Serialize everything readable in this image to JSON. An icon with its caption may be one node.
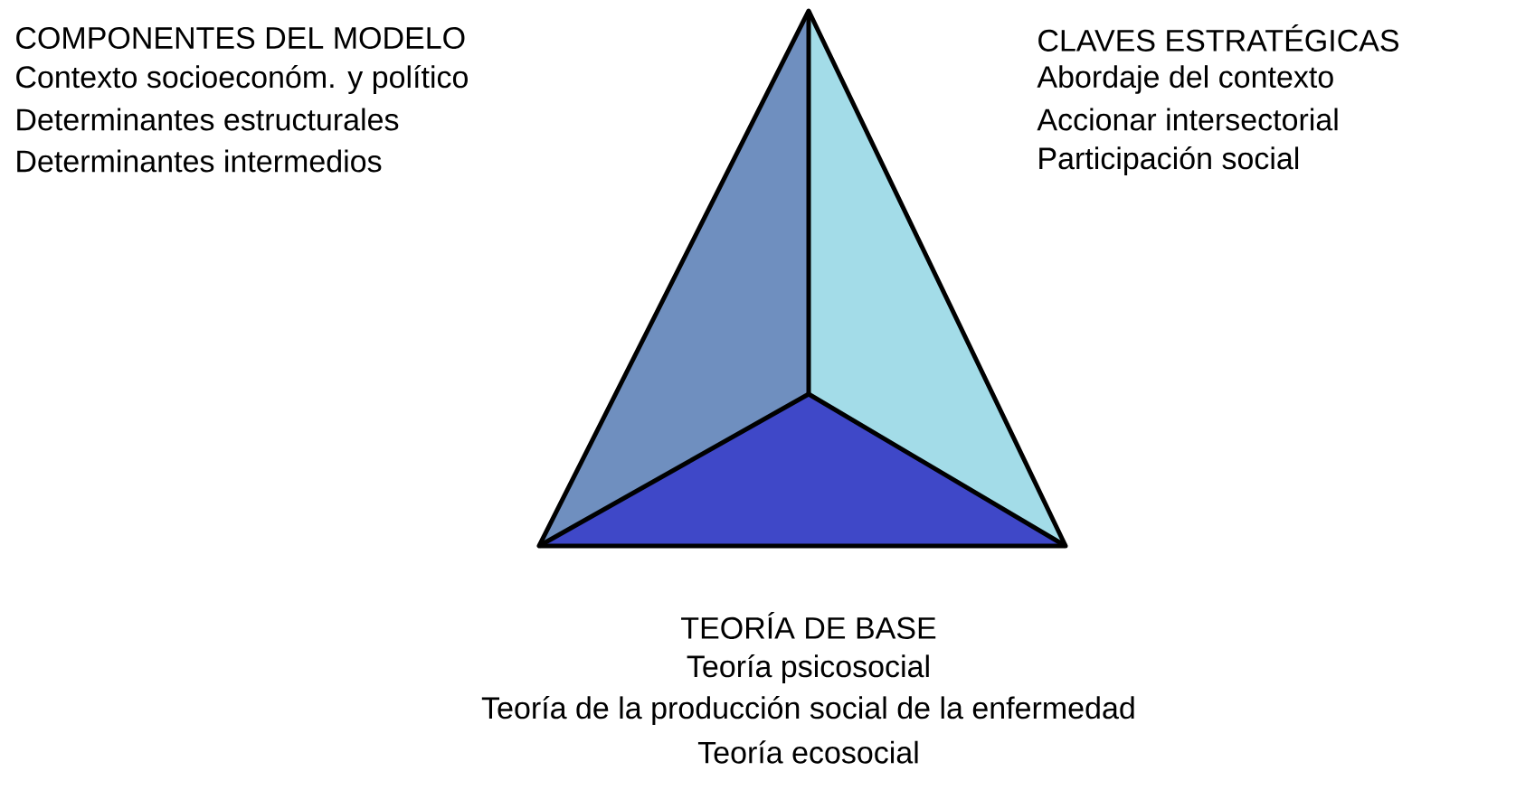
{
  "diagram": {
    "labels": [
      "COMPONENTES DEL MODELO",
      "Contexto socioeconóm. y político",
      "Determinantes estructurales",
      "Determinantes intermedios",
      "CLAVES ESTRATÉGICAS",
      "Abordaje del contexto",
      "Accionar intersectorial",
      "Participación social",
      "TEORÍA DE BASE",
      "Teoría psicosocial",
      "Teoría de la producción social de la enfermedad",
      "Teoría ecosocial"
    ]
  }
}
